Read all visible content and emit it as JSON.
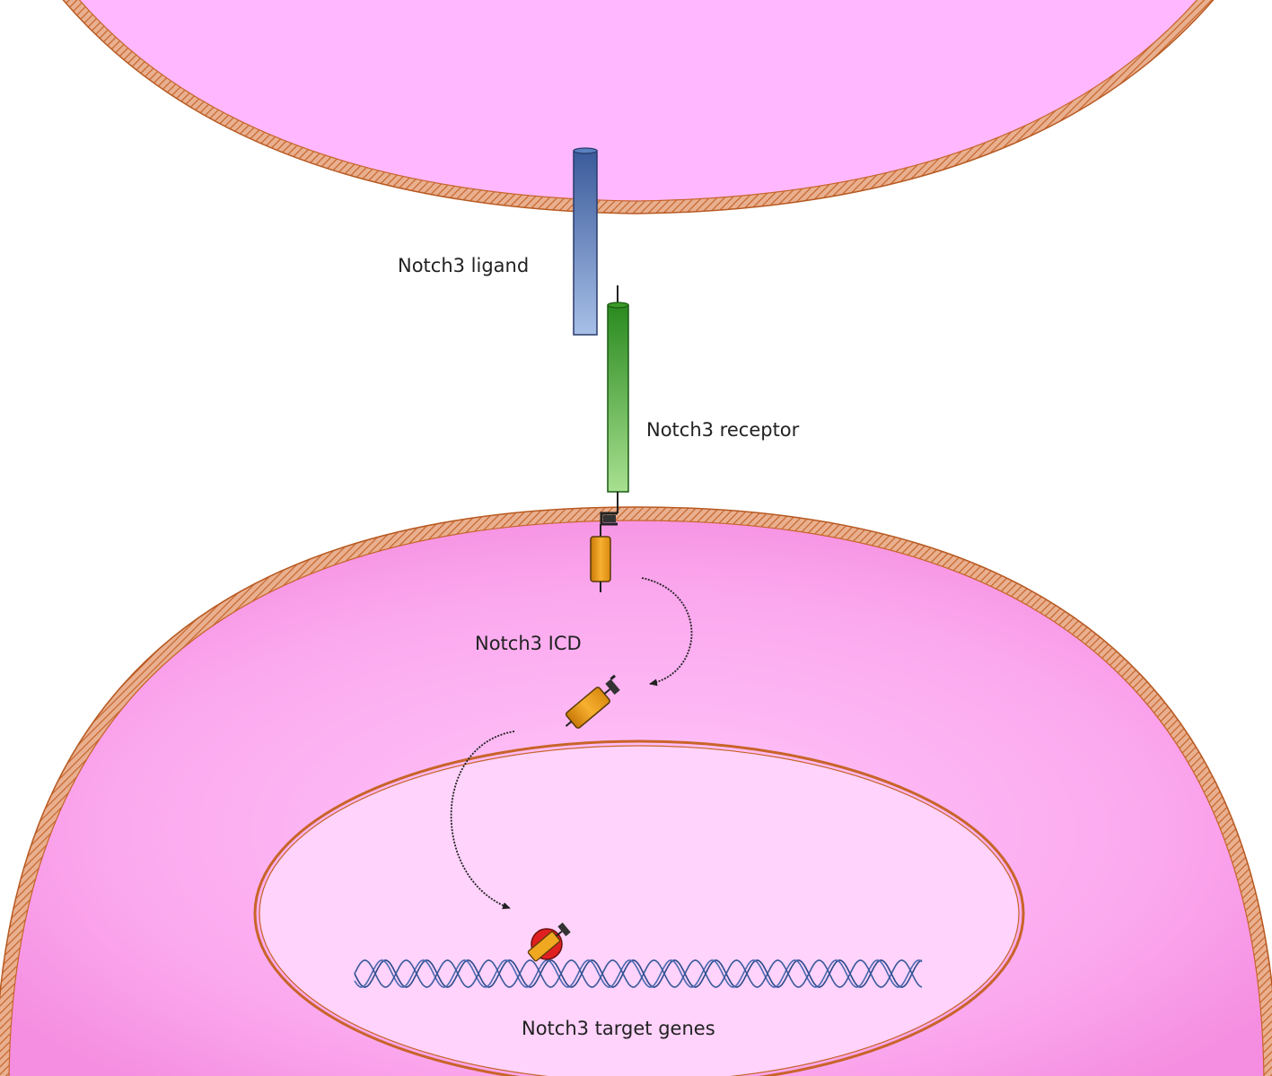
{
  "labels": {
    "ligand": "Notch3 ligand",
    "receptor": "Notch3 receptor",
    "icd": "Notch3 ICD",
    "target_genes": "Notch3 target genes"
  },
  "colors": {
    "membrane": "#c8642a",
    "membrane_hatch": "#e0a080",
    "cell_top_fill": "#ffb8ff",
    "cell_bottom_fill": "#fba8ee",
    "cell_bottom_edge": "#f58ee0",
    "nucleus_fill": "#ffd3fb",
    "ligand": "#4a70b0",
    "receptor": "#3a9a28",
    "icd": "#e89a1a",
    "dna": "#3a5a9a",
    "marker": "#e02020",
    "arrow": "#222222"
  },
  "icons": {
    "ligand": "cylinder-ligand-icon",
    "receptor": "cylinder-receptor-icon",
    "icd": "cylinder-icd-icon",
    "dna": "dna-helix-icon",
    "marker": "binding-marker-icon"
  }
}
